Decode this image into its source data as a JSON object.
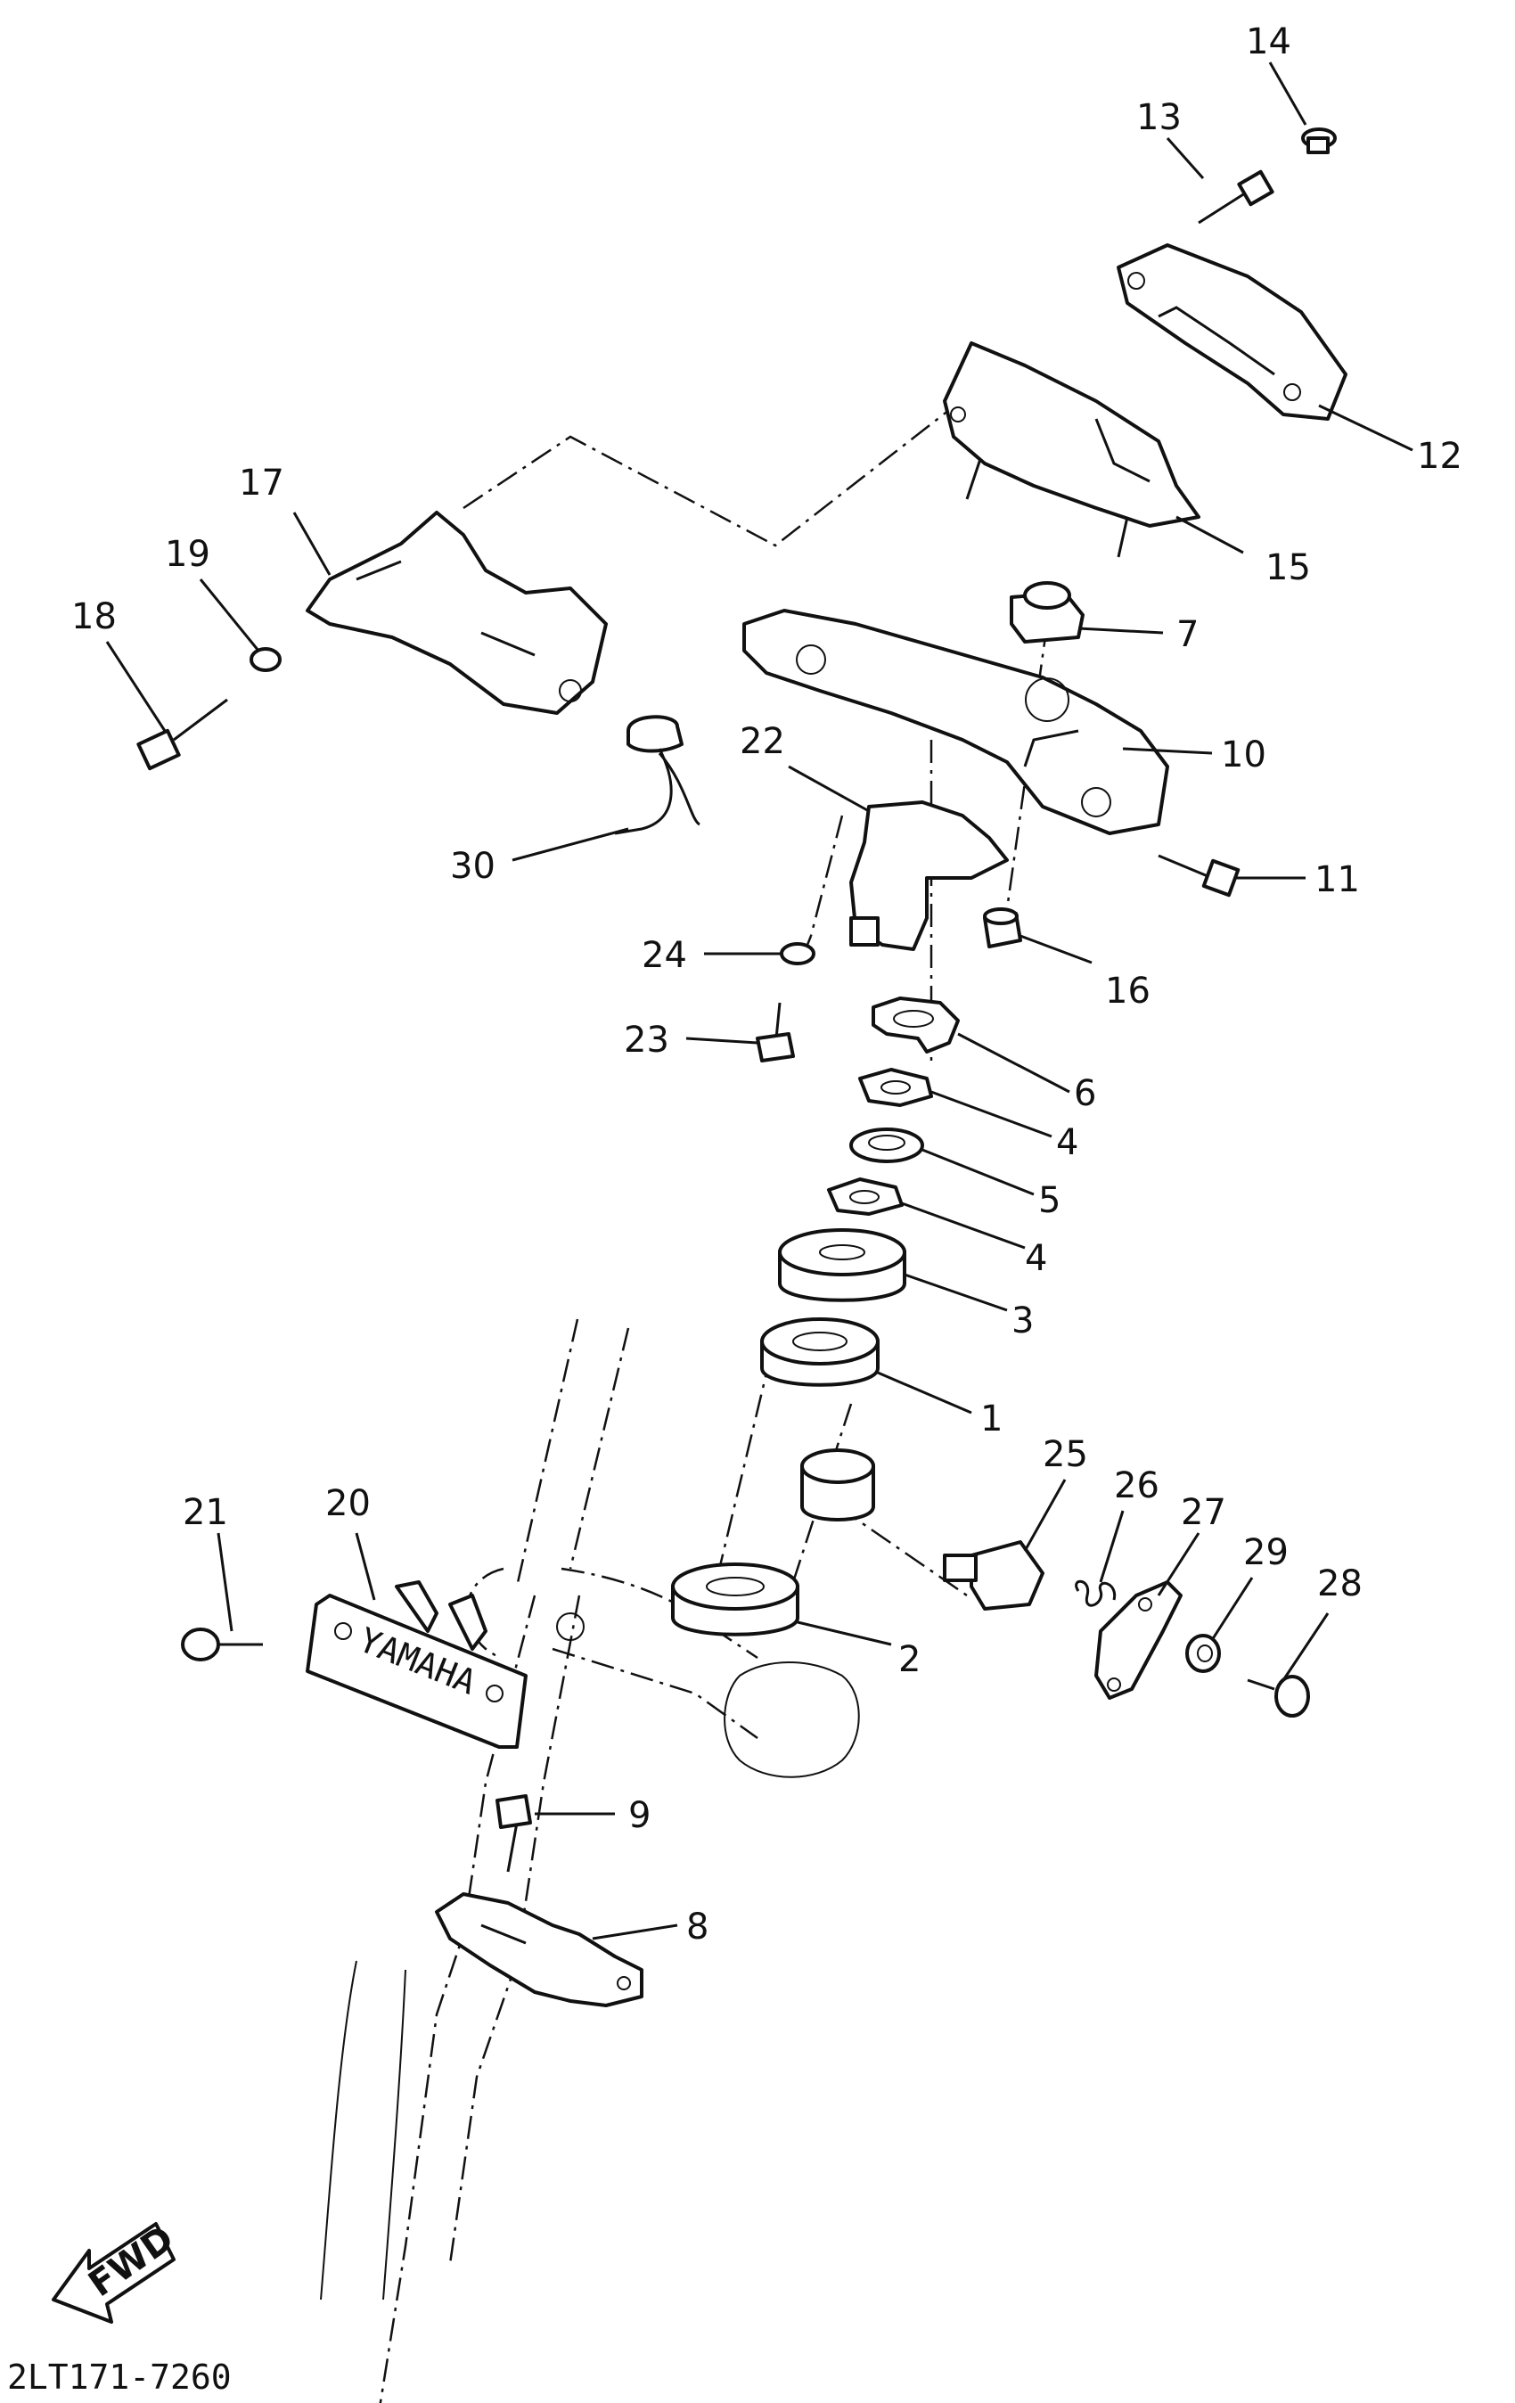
{
  "diagram": {
    "drawing_code": "2LT171-7260",
    "fwd_label": "FWD",
    "brand_stamp": "YAMAHA",
    "callouts": {
      "c1": "1",
      "c2": "2",
      "c3": "3",
      "c4a": "4",
      "c4b": "4",
      "c5": "5",
      "c6": "6",
      "c7": "7",
      "c8": "8",
      "c9": "9",
      "c10": "10",
      "c11": "11",
      "c12": "12",
      "c13": "13",
      "c14": "14",
      "c15": "15",
      "c16": "16",
      "c17": "17",
      "c18": "18",
      "c19": "19",
      "c20": "20",
      "c21": "21",
      "c22": "22",
      "c23": "23",
      "c24": "24",
      "c25": "25",
      "c26": "26",
      "c27": "27",
      "c28": "28",
      "c29": "29",
      "c30": "30"
    }
  }
}
